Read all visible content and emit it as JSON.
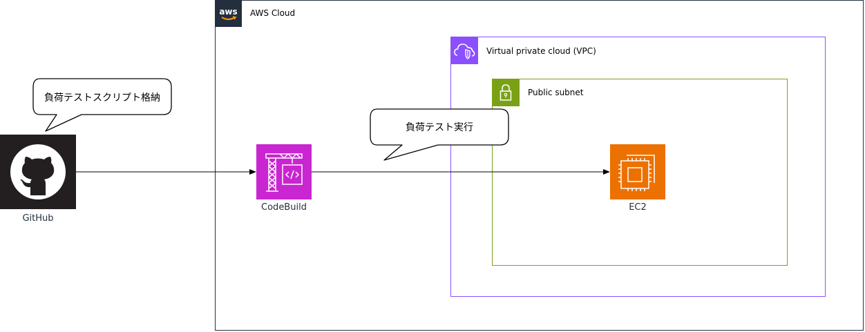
{
  "aws_cloud": {
    "label": "AWS Cloud",
    "logo_icon": "aws-logo-icon",
    "border_color": "#232f3e"
  },
  "vpc": {
    "label": "Virtual private cloud (VPC)",
    "icon": "vpc-cloud-icon",
    "color": "#8c4fff"
  },
  "subnet": {
    "label": "Public subnet",
    "icon": "padlock-icon",
    "color": "#7aa116"
  },
  "nodes": {
    "github": {
      "label": "GitHub",
      "icon": "github-icon",
      "color": "#231f20"
    },
    "codebuild": {
      "label": "CodeBuild",
      "icon": "codebuild-icon",
      "color": "#c925d1"
    },
    "ec2": {
      "label": "EC2",
      "icon": "ec2-chip-icon",
      "color": "#ed7100"
    }
  },
  "callouts": {
    "store": {
      "text": "負荷テストスクリプト格納"
    },
    "run": {
      "text": "負荷テスト実行"
    }
  },
  "edges": [
    {
      "from": "github",
      "to": "codebuild"
    },
    {
      "from": "codebuild",
      "to": "ec2"
    }
  ]
}
